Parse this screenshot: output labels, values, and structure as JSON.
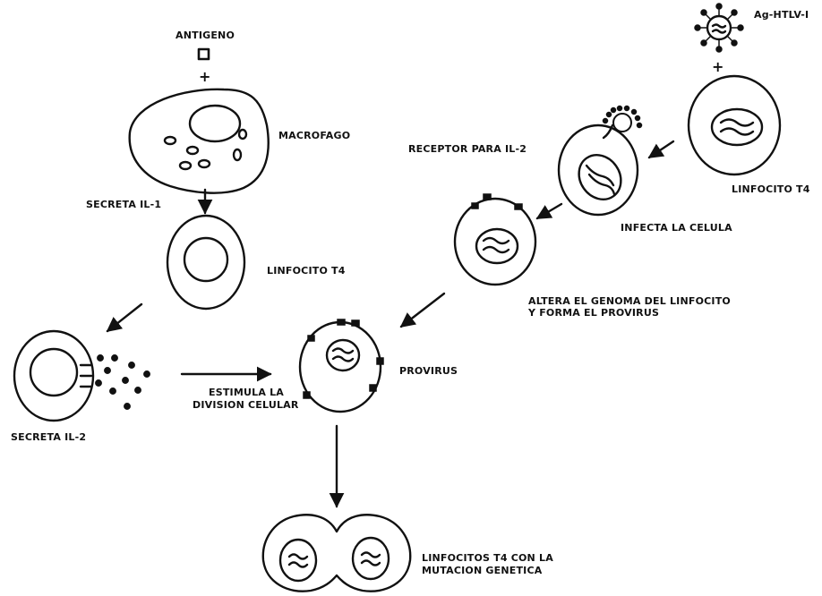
{
  "labels": {
    "antigeno": "ANTIGENO",
    "ag_htlv": "Ag-HTLV-I",
    "macrofago": "MACROFAGO",
    "secreta_il1": "SECRETA IL-1",
    "linfocito_t4_left": "LINFOCITO T4",
    "receptor": "RECEPTOR PARA IL-2",
    "linfocito_t4_right": "LINFOCITO T4",
    "infecta": "INFECTA LA CELULA",
    "altera_line1": "ALTERA EL GENOMA DEL LINFOCITO",
    "altera_line2": "Y FORMA EL PROVIRUS",
    "provirus": "PROVIRUS",
    "secreta_il2": "SECRETA IL-2",
    "estimula_line1": "ESTIMULA LA",
    "estimula_line2": "DIVISION CELULAR",
    "mutacion_line1": "LINFOCITOS T4 CON LA",
    "mutacion_line2": "MUTACION GENETICA"
  },
  "symbols": {
    "plus_left": "+",
    "plus_right": "+"
  },
  "colors": {
    "ink": "#111111",
    "background": "#ffffff"
  }
}
